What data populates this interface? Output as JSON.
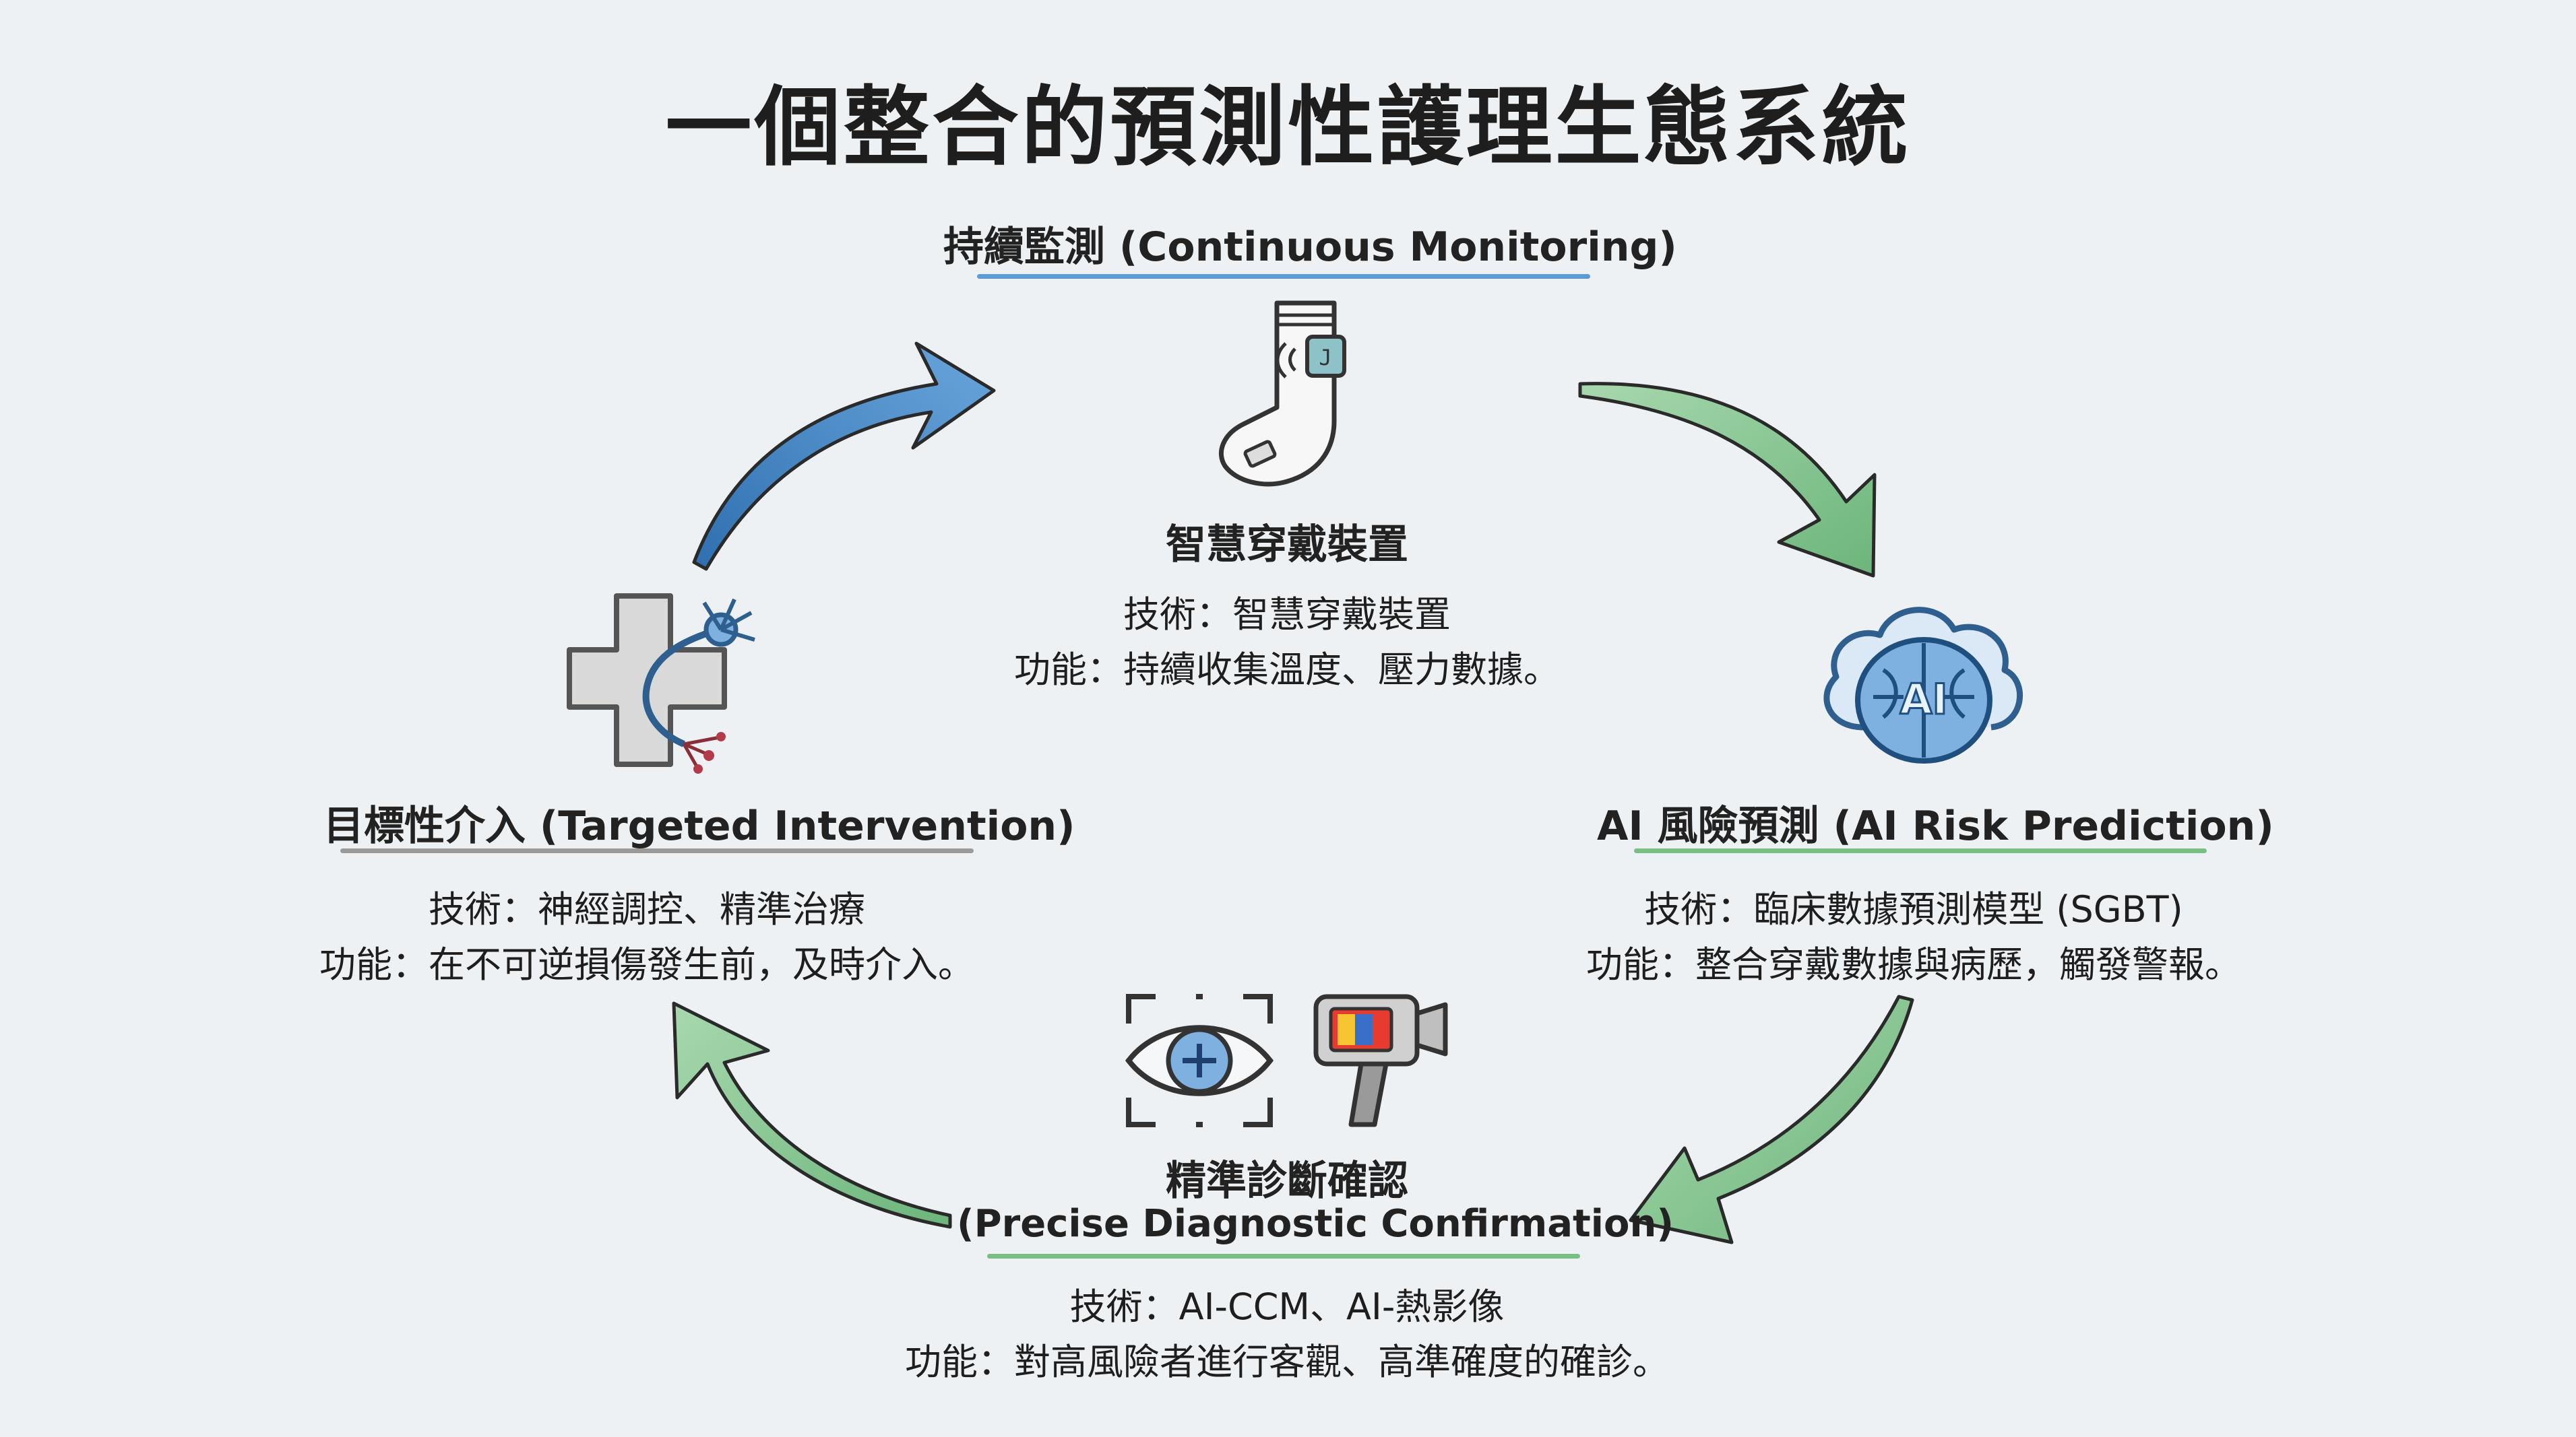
{
  "title": "一個整合的預測性護理生態系統",
  "colors": {
    "blue": "#4a8fcf",
    "green": "#78bf86",
    "gray": "#9a9a9a",
    "text": "#1e1e1e",
    "background": "#eef1f3"
  },
  "nodes": {
    "monitoring": {
      "heading": "持續監測 (Continuous Monitoring)",
      "label": "智慧穿戴裝置",
      "tech": "技術：智慧穿戴裝置",
      "function": "功能：持續收集溫度、壓力數據。",
      "icon": "smart-sock-icon"
    },
    "prediction": {
      "heading": "AI 風險預測 (AI Risk Prediction)",
      "tech": "技術：臨床數據預測模型 (SGBT)",
      "function": "功能：整合穿戴數據與病歷，觸發警報。",
      "icon": "ai-brain-cloud-icon"
    },
    "diagnosis": {
      "heading_zh": "精準診斷確認",
      "heading_en": "(Precise Diagnostic Confirmation)",
      "tech": "技術：AI-CCM、AI-熱影像",
      "function": "功能：對高風險者進行客觀、高準確度的確診。",
      "icons": [
        "eye-scan-icon",
        "thermal-camera-icon"
      ]
    },
    "intervention": {
      "heading": "目標性介入 (Targeted Intervention)",
      "tech": "技術：神經調控、精準治療",
      "function": "功能：在不可逆損傷發生前，及時介入。",
      "icon": "medical-cross-neuron-icon"
    }
  }
}
